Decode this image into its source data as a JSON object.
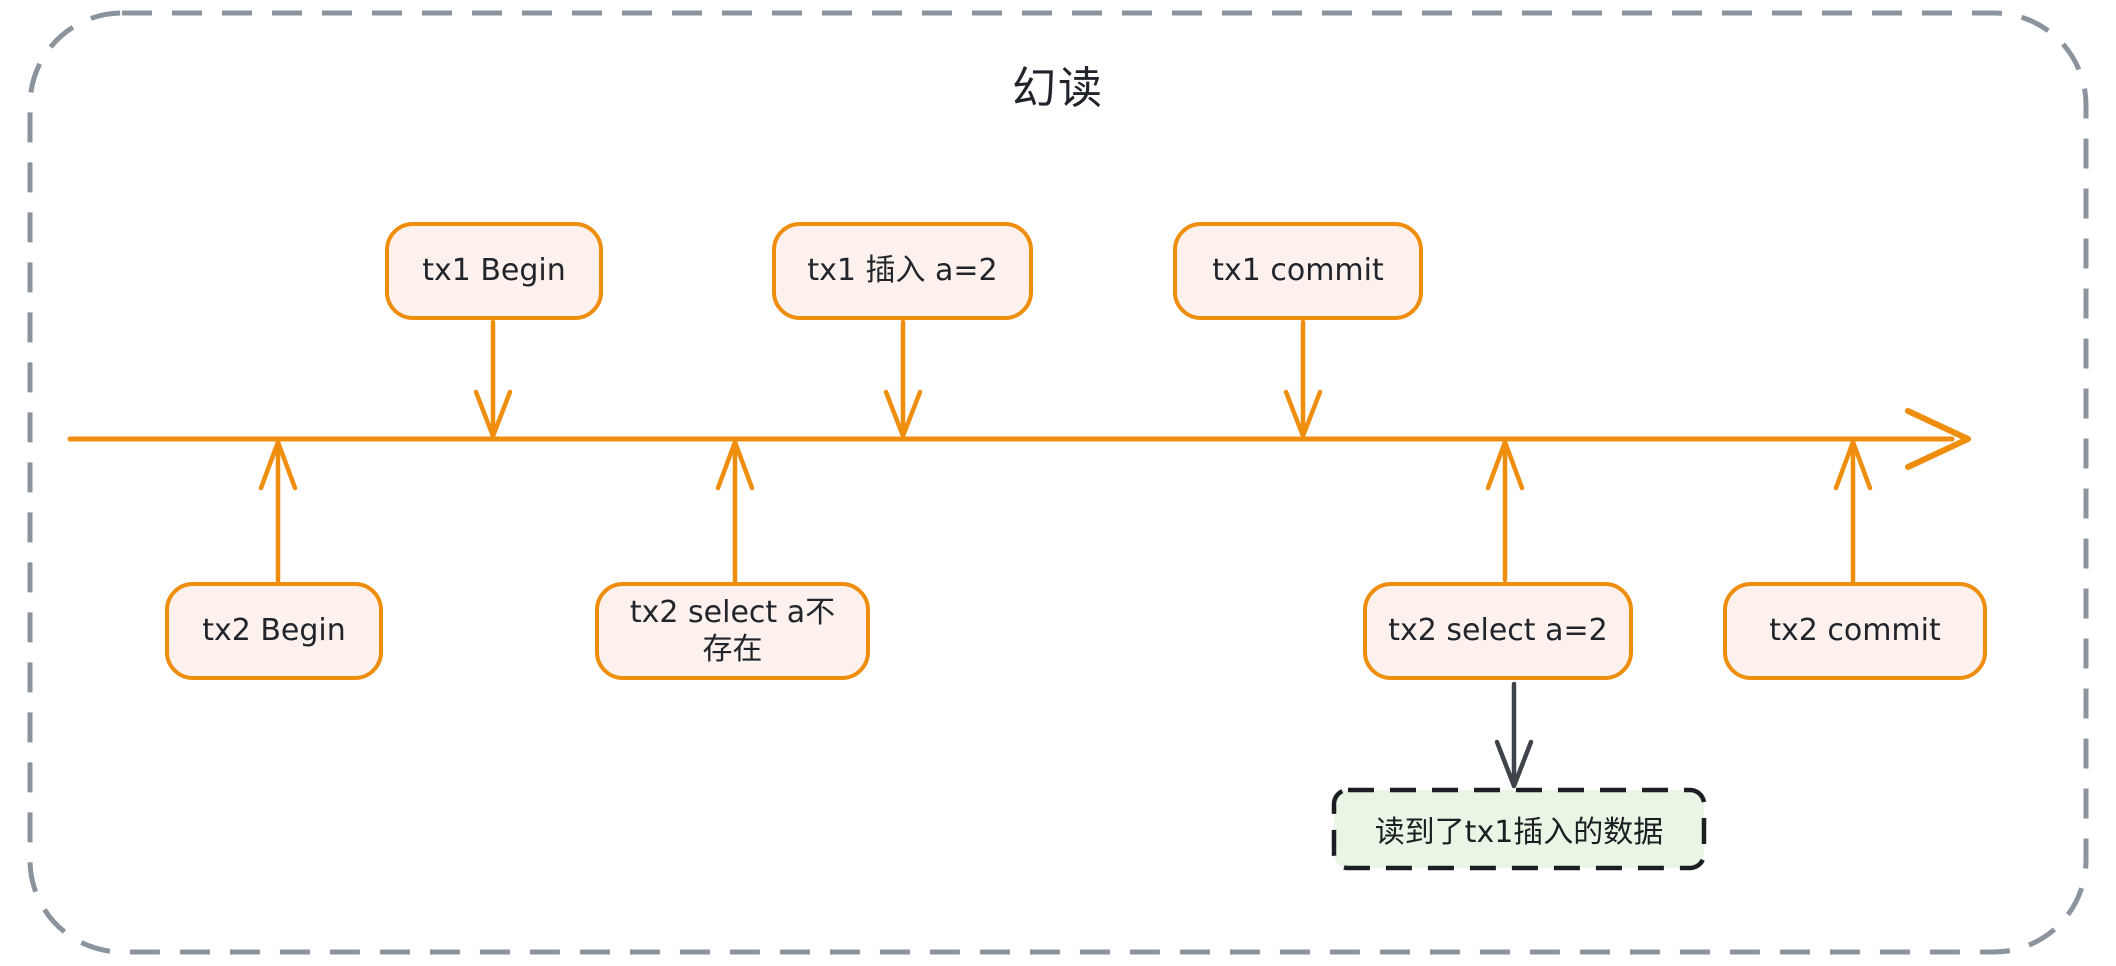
{
  "title": "幻读",
  "events_top": [
    {
      "id": "tx1-begin",
      "label": "tx1 Begin"
    },
    {
      "id": "tx1-insert",
      "label": "tx1 插入 a=2"
    },
    {
      "id": "tx1-commit",
      "label": "tx1 commit"
    }
  ],
  "events_bottom": [
    {
      "id": "tx2-begin",
      "label": "tx2 Begin"
    },
    {
      "id": "tx2-select-missing",
      "label": "tx2 select a不\n存在"
    },
    {
      "id": "tx2-select-a2",
      "label": "tx2 select a=2"
    },
    {
      "id": "tx2-commit",
      "label": "tx2 commit"
    }
  ],
  "result": {
    "label": "读到了tx1插入的数据"
  },
  "colors": {
    "accent_orange": "#ef8d0c",
    "event_box_fill": "#fcf1ed",
    "text": "#21252b",
    "outer_border_gray": "#8b949c",
    "result_arrow_dark": "#3f444a",
    "result_box_fill": "#e9f6e5",
    "result_box_border": "#1b1e22"
  }
}
